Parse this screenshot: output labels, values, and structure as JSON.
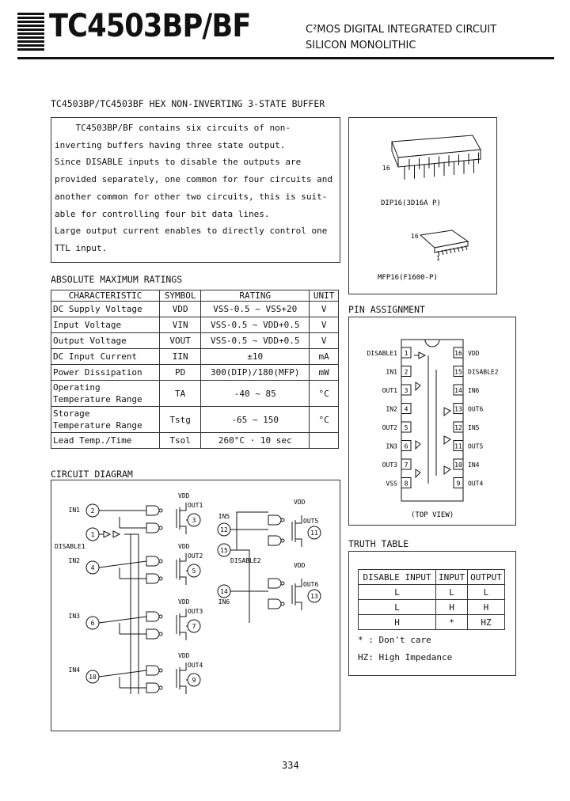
{
  "header": {
    "part": "TC4503BP/BF",
    "line1": "C²MOS DIGITAL INTEGRATED CIRCUIT",
    "line2": "SILICON MONOLITHIC"
  },
  "subtitle": "TC4503BP/TC4503BF HEX NON-INVERTING 3-STATE BUFFER",
  "description": [
    "    TC4503BP/BF contains six circuits of non-",
    "inverting buffers having three state output.",
    "Since DISABLE inputs to disable the outputs are",
    "provided separately, one common for four circuits and",
    "another common for other two circuits, this is suit-",
    "able for controlling four bit data lines.",
    "Large output current enables to directly control one",
    "TTL input."
  ],
  "packages": {
    "dip": "DIP16(3D16A P)",
    "mfp": "MFP16(F1600-P)",
    "dip_pin": "16",
    "mfp_pin": "16",
    "mfp_pin1": "1"
  },
  "ratings": {
    "title": "ABSOLUTE MAXIMUM RATINGS",
    "headers": [
      "CHARACTERISTIC",
      "SYMBOL",
      "RATING",
      "UNIT"
    ],
    "rows": [
      [
        "DC Supply Voltage",
        "VDD",
        "VSS-0.5 ~ VSS+20",
        "V"
      ],
      [
        "Input Voltage",
        "VIN",
        "VSS-0.5 ~ VDD+0.5",
        "V"
      ],
      [
        "Output Voltage",
        "VOUT",
        "VSS-0.5 ~ VDD+0.5",
        "V"
      ],
      [
        "DC Input Current",
        "IIN",
        "±10",
        "mA"
      ],
      [
        "Power Dissipation",
        "PD",
        "300(DIP)/180(MFP)",
        "mW"
      ],
      [
        "Operating\nTemperature Range",
        "TA",
        "-40 ~ 85",
        "°C"
      ],
      [
        "Storage\nTemperature Range",
        "Tstg",
        "-65 ~ 150",
        "°C"
      ],
      [
        "Lead Temp./Time",
        "Tsol",
        "260°C · 10 sec",
        ""
      ]
    ]
  },
  "pin_assignment": {
    "title": "PIN ASSIGNMENT",
    "left": [
      [
        "DISABLE1",
        "1"
      ],
      [
        "IN1",
        "2"
      ],
      [
        "OUT1",
        "3"
      ],
      [
        "IN2",
        "4"
      ],
      [
        "OUT2",
        "5"
      ],
      [
        "IN3",
        "6"
      ],
      [
        "OUT3",
        "7"
      ],
      [
        "VSS",
        "8"
      ]
    ],
    "right": [
      [
        "VDD",
        "16"
      ],
      [
        "DISABLE2",
        "15"
      ],
      [
        "IN6",
        "14"
      ],
      [
        "OUT6",
        "13"
      ],
      [
        "IN5",
        "12"
      ],
      [
        "OUT5",
        "11"
      ],
      [
        "IN4",
        "10"
      ],
      [
        "OUT4",
        "9"
      ]
    ],
    "view": "(TOP VIEW)"
  },
  "circuit": {
    "title": "CIRCUIT DIAGRAM",
    "vdd": "VDD",
    "left_inputs": [
      [
        "IN1",
        "2"
      ],
      [
        "DISABLE1",
        "1"
      ],
      [
        "IN2",
        "4"
      ],
      [
        "IN3",
        "6"
      ],
      [
        "IN4",
        "10"
      ]
    ],
    "left_outputs": [
      [
        "OUT1",
        "3"
      ],
      [
        "OUT2",
        "5"
      ],
      [
        "OUT3",
        "7"
      ],
      [
        "OUT4",
        "9"
      ]
    ],
    "right_inputs": [
      [
        "IN5",
        "12"
      ],
      [
        "DISABLE2",
        "15"
      ],
      [
        "IN6",
        "14"
      ]
    ],
    "right_outputs": [
      [
        "OUT5",
        "11"
      ],
      [
        "OUT6",
        "13"
      ]
    ]
  },
  "truth_table": {
    "title": "TRUTH TABLE",
    "headers": [
      "DISABLE INPUT",
      "INPUT",
      "OUTPUT"
    ],
    "rows": [
      [
        "L",
        "L",
        "L"
      ],
      [
        "L",
        "H",
        "H"
      ],
      [
        "H",
        "*",
        "HZ"
      ]
    ],
    "note1": "* : Don't care",
    "note2": "HZ: High Impedance"
  },
  "page_number": "334"
}
